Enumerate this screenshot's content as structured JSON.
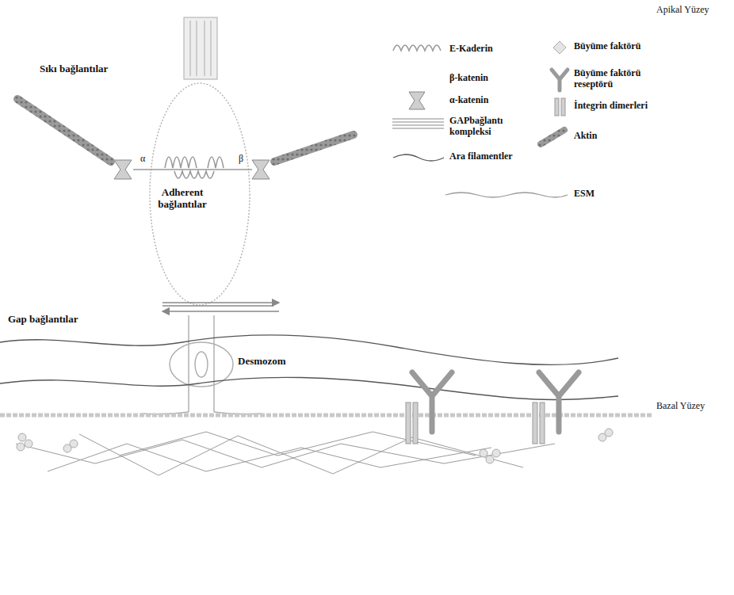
{
  "diagram": {
    "labels": [
      "Apikal Yüzey",
      "Sıkı bağlantılar",
      "α",
      "β",
      "Adherent bağlantılar",
      "Gap bağlantılar",
      "Desmozom",
      "Bazal Yüzey"
    ],
    "legend": [
      {
        "text": "E-Kaderin"
      },
      {
        "text": "Büyüme faktörü"
      },
      {
        "text": "β-katenin"
      },
      {
        "text": "Büyüme faktörü reseptörü"
      },
      {
        "text": "α-katenin"
      },
      {
        "text": "İntegrin dimerleri"
      },
      {
        "text": "GAPbağlantı kompleksi"
      },
      {
        "text": "Aktin"
      },
      {
        "text": "Ara filamentler"
      },
      {
        "text": "ESM"
      }
    ]
  }
}
